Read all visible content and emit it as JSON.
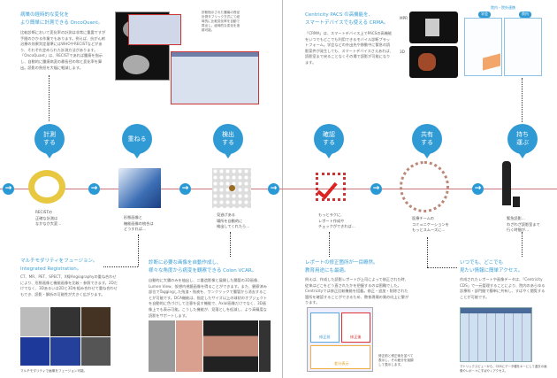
{
  "top_left": {
    "title": "病巣の経時的な変化を\nより簡単に計測できる OncoQuant。",
    "body": "比較診断において変化率の計測は非常に重要ですが手間のかかる作業でもあります。例えば、抗がん剤治療の効果判定基準にはWHOやRECISTなどがあり、それぞれ定められた計測方法があります。「OncoQuant」は、RECISTであれば腫瘍を指示し、自動的に腫瘍病変の最長径の和と変化率を算出。読影の負担を大幅に軽減します。",
    "note": "診断指示された腫瘍の長径計測タブリック方式にて経時的に比較変化率を自動で算出し、経時的な変化を追跡可能。"
  },
  "top_right": {
    "title": "Centricity PACS の高機能を、\nスマートデバイスでも使える CRMA。",
    "body": "「CRMA」は、スマートデバイス上でPACSの高機能をいつでもどこでも利用できるモバイル診断プラットフォーム。学会などの外出先や移動中に緊急の読影案件が発生しても、スマートデバイスさえあれば、読影室まで戻ることなくその場で読影が可能になります。",
    "label_mpr": "MPR",
    "label_3d": "3D",
    "illus_title": "院内・院外連携",
    "illus_left": "学会",
    "illus_right": "院内"
  },
  "steps": [
    {
      "bubble": "計測\nする",
      "caption": "RECISTの\n正確な計測は\nなかなか大変…"
    },
    {
      "bubble": "重ねる",
      "caption": "形態画像と\n機能画像の統合は\nどうすれば…"
    },
    {
      "bubble": "検出\nする",
      "caption": "見逃げある\n場所を自動的に\n検出してくれたら…"
    },
    {
      "bubble": "確認\nする",
      "caption": "もっとラクに、\nレポート作成や\nチェックができれば…"
    },
    {
      "bubble": "共有\nする",
      "caption": "医療チームの\nコミュニケーションを\nもっとスムーズに…"
    },
    {
      "bubble": "持ち\n運ぶ",
      "caption": "緊急読影…\nわざわざ読影室まで\n行く時間が…"
    }
  ],
  "bottom": [
    {
      "title": "マルチモダリティをフュージョン。\nIntegrated Registration。",
      "body": "CT、MR、PET、SPECT、X線Angiographyの重ね合わせにより、形態画像と機能画像を比較・参照できます。2Dだけでなく、3Dあるいは2Dと3Dを組み合わせて重ね合わせもでき、読影・解析の可能性が大きく広がります。",
      "caption": "マルチモダリティで画像をフュージョン可能。"
    },
    {
      "title": "診断に必要な画像を自動作成し、\n様々な角度から病変を観察できる Colon VCAR。",
      "body": "自動的に大腸のみを抽出し、二重造影像と展開した腸管の3D画像、Lumen View、仮想内視鏡画像を得ることができます。また、観察済み部位でTaggingした残渣・残液を、ワンクリックで腸管から消去することが可能です。DCA機能は、指定したサイズ以上の球状のオブジェクトを自動的に色づけして注意を促す機能で、Axial画像だけでなく、3D画像上でも表示可能。こうした機能が、見落としを低減し、より高精度な読影をサポートします。"
    },
    {
      "title": "レポートの修正箇所が一目瞭然。\n教育用途にも最適。",
      "body": "例えば、作成した読影レポートが上司によって修正された時、従来はどこをどう直されたかを把握するのは困難でした。Centricityでは修正比較機能を搭載。修正・追加・削除された箇所を確認することができるため、教育現場の質の向上に繋がります。",
      "label_before": "修正前",
      "label_after": "修正後",
      "label_diff": "差分表示",
      "caption": "修正前と修正後を並べて表示し、その差分を強調して表示します。"
    },
    {
      "title": "いつでも、どこでも\n見たい情報に簡単アクセス。",
      "body": "作成されたレポートや画像データは、「Centricity CDS」で一元管理することにより、院内のあらゆる診療科・部門間で簡単に共有し、すばやく閲覧することが可能です。",
      "caption": "マトリックスビューから、CDSにデータ種をキーにして過去の画像やレポートにすばやくアクセス。"
    }
  ],
  "colors": {
    "accent": "#2f9ad4",
    "timeline": "#c9757a"
  }
}
